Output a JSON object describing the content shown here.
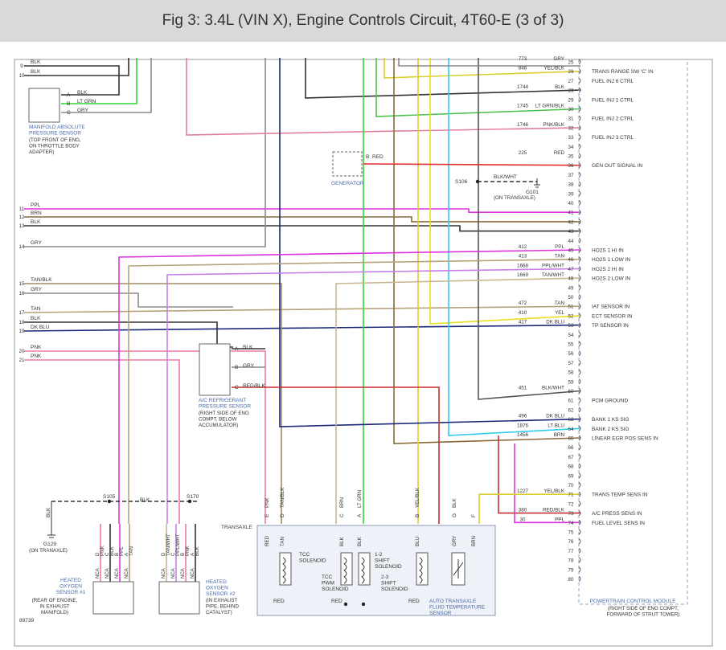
{
  "title": "Fig 3: 3.4L (VIN X), Engine Controls Circuit, 4T60-E (3 of 3)",
  "figure_id": "89739",
  "colors": {
    "BLK": "#333333",
    "LT GRN": "#2fd82f",
    "GRY": "#8a8a8a",
    "PNK": "#ee7aa8",
    "RED": "#e03030",
    "PPL": "#dd33dd",
    "BRN": "#8a6a3a",
    "TAN": "#b6a37a",
    "DK BLU": "#1b2a7a",
    "YEL": "#e8e020",
    "LT BLU": "#33ccee",
    "YEL/BLK": "#d9cf30",
    "PNK/BLK": "#e08098",
    "LT GRN/BLK": "#4cc24c",
    "TAN/BLK": "#9e8c62",
    "PPL/WHT": "#c980e8",
    "TAN/WHT": "#c8b890",
    "RED/BLK": "#c83030",
    "BLK/WHT": "#555555"
  },
  "pcm": {
    "pin_numbers": [
      "25",
      "26",
      "27",
      "28",
      "29",
      "30",
      "31",
      "32",
      "33",
      "34",
      "35",
      "36",
      "37",
      "38",
      "39",
      "40",
      "41",
      "42",
      "43",
      "44",
      "45",
      "46",
      "47",
      "48",
      "49",
      "50",
      "51",
      "52",
      "53",
      "54",
      "55",
      "56",
      "57",
      "58",
      "59",
      "60",
      "61",
      "62",
      "63",
      "64",
      "65",
      "66",
      "67",
      "68",
      "69",
      "70",
      "71",
      "72",
      "73",
      "74",
      "75",
      "76",
      "77",
      "78",
      "79",
      "80"
    ],
    "pin_functions": [
      {
        "pin": "26",
        "text": "TRANS RANGE SW 'C' IN"
      },
      {
        "pin": "27",
        "text": "FUEL INJ 6 CTRL"
      },
      {
        "pin": "29",
        "text": "FUEL INJ 1 CTRL"
      },
      {
        "pin": "31",
        "text": "FUEL INJ 2 CTRL"
      },
      {
        "pin": "33",
        "text": "FUEL INJ 3 CTRL"
      },
      {
        "pin": "36",
        "text": "GEN OUT SIGNAL IN"
      },
      {
        "pin": "45",
        "text": "HO2S 1 HI IN"
      },
      {
        "pin": "46",
        "text": "HO2S 1 LOW IN"
      },
      {
        "pin": "47",
        "text": "HO2S 2 HI IN"
      },
      {
        "pin": "48",
        "text": "HO2S 2 LOW IN"
      },
      {
        "pin": "51",
        "text": "IAT SENSOR IN"
      },
      {
        "pin": "52",
        "text": "ECT SENSOR IN"
      },
      {
        "pin": "53",
        "text": "TP SENSOR IN"
      },
      {
        "pin": "61",
        "text": "PCM GROUND"
      },
      {
        "pin": "63",
        "text": "BANK 1 KS SIG"
      },
      {
        "pin": "64",
        "text": "BANK 2 KS SIG"
      },
      {
        "pin": "65",
        "text": "LINEAR EGR POS SENS IN"
      },
      {
        "pin": "71",
        "text": "TRANS TEMP SENS IN"
      },
      {
        "pin": "73",
        "text": "A/C PRESS SENS IN"
      },
      {
        "pin": "74",
        "text": "FUEL LEVEL SENS IN"
      }
    ],
    "name": "POWERTRAIN CONTROL MODULE",
    "location": [
      "(RIGHT SIDE OF ENG COMPT,",
      "FORWARD OF STRUT TOWER)"
    ]
  },
  "pcm_wires": [
    {
      "pin": "25",
      "circuit": "773",
      "color": "GRY"
    },
    {
      "pin": "26",
      "circuit": "846",
      "color": "YEL/BLK"
    },
    {
      "pin": "28",
      "circuit": "1744",
      "color": "BLK"
    },
    {
      "pin": "30",
      "circuit": "1745",
      "color": "LT GRN/BLK"
    },
    {
      "pin": "32",
      "circuit": "1746",
      "color": "PNK/BLK"
    },
    {
      "pin": "35",
      "circuit": "225",
      "color": "RED"
    },
    {
      "pin": "45",
      "circuit": "412",
      "color": "PPL"
    },
    {
      "pin": "46",
      "circuit": "413",
      "color": "TAN"
    },
    {
      "pin": "47",
      "circuit": "1668",
      "color": "PPL/WHT"
    },
    {
      "pin": "48",
      "circuit": "1669",
      "color": "TAN/WHT"
    },
    {
      "pin": "51",
      "circuit": "472",
      "color": "TAN"
    },
    {
      "pin": "52",
      "circuit": "410",
      "color": "YEL"
    },
    {
      "pin": "53",
      "circuit": "417",
      "color": "DK BLU"
    },
    {
      "pin": "60",
      "circuit": "451",
      "color": "BLK/WHT"
    },
    {
      "pin": "63",
      "circuit": "496",
      "color": "DK BLU"
    },
    {
      "pin": "64",
      "circuit": "1876",
      "color": "LT BLU"
    },
    {
      "pin": "65",
      "circuit": "1456",
      "color": "BRN"
    },
    {
      "pin": "71",
      "circuit": "1227",
      "color": "YEL/BLK"
    },
    {
      "pin": "73",
      "circuit": "380",
      "color": "RED/BLK"
    },
    {
      "pin": "74",
      "circuit": "30",
      "color": "PPL"
    }
  ],
  "left_connector": [
    {
      "pin": "9",
      "color": "BLK"
    },
    {
      "pin": "10",
      "color": "BLK"
    },
    {
      "pin": "11",
      "color": "PPL"
    },
    {
      "pin": "12",
      "color": "BRN"
    },
    {
      "pin": "13",
      "color": "BLK"
    },
    {
      "pin": "14",
      "color": "GRY"
    },
    {
      "pin": "15",
      "color": "TAN/BLK"
    },
    {
      "pin": "16",
      "color": "GRY"
    },
    {
      "pin": "17",
      "color": "TAN"
    },
    {
      "pin": "18",
      "color": "BLK"
    },
    {
      "pin": "19",
      "color": "DK BLU"
    },
    {
      "pin": "20",
      "color": "PNK"
    },
    {
      "pin": "21",
      "color": "PNK"
    }
  ],
  "map_sensor": {
    "name": [
      "MANIFOLD ABSOLUTE",
      "PRESSURE SENSOR"
    ],
    "location": [
      "(TOP FRONT OF ENG,",
      "ON THROTTLE BODY",
      "ADAPTER)"
    ],
    "pins": [
      {
        "pin": "A",
        "color": "BLK"
      },
      {
        "pin": "B",
        "color": "LT GRN"
      },
      {
        "pin": "C",
        "color": "GRY"
      }
    ]
  },
  "generator": {
    "name": "GENERATOR",
    "pin": "B",
    "color": "RED"
  },
  "ground_g101": {
    "splice": "S106",
    "color": "BLK/WHT",
    "name": "G101",
    "location": "(ON TRANSAXLE)"
  },
  "ac_sensor": {
    "name": [
      "A/C REFRIGERANT",
      "PRESSURE SENSOR"
    ],
    "location": [
      "(RIGHT SIDE OF ENG",
      "COMPT, BELOW",
      "ACCUMULATOR)"
    ],
    "pins": [
      {
        "pin": "A",
        "color": "BLK"
      },
      {
        "pin": "B",
        "color": "GRY"
      },
      {
        "pin": "C",
        "color": "RED/BLK"
      }
    ]
  },
  "splices": {
    "s105": "S105",
    "s170": "S170",
    "blk": "BLK",
    "g129": "G129",
    "g129_loc": "(ON TRANAXLE)"
  },
  "ho2s1": {
    "name": [
      "HEATED",
      "OXYGEN",
      "SENSOR #1"
    ],
    "location": [
      "(REAR OF ENGINE,",
      "IN EXHAUST",
      "MANIFOLD)"
    ],
    "pins": [
      "D",
      "C",
      "B",
      "A"
    ],
    "wires": [
      "PNK",
      "BLK",
      "PPL",
      "TAN"
    ]
  },
  "ho2s2": {
    "name": [
      "HEATED",
      "OXYGEN",
      "SENSOR #2"
    ],
    "location": [
      "(IN EXHAUST",
      "PIPE, BEHIND",
      "CATALYST)"
    ],
    "pins": [
      "D",
      "C",
      "B",
      "A"
    ],
    "wires": [
      "TAN/WHT",
      "PPL/WHT",
      "PNK",
      "BLK"
    ]
  },
  "nca": "NCA",
  "transaxle": {
    "label": "TRANSAXLE",
    "top_wires": [
      {
        "pin": "E",
        "color": "PNK"
      },
      {
        "pin": "D",
        "color": "TAN/BLK"
      },
      {
        "pin": "C",
        "color": "BRN"
      },
      {
        "pin": "A",
        "color": "LT GRN"
      },
      {
        "pin": "B",
        "color": "YEL/BLK"
      },
      {
        "pin": "G",
        "color": "BLK"
      },
      {
        "pin": "F",
        "color": ""
      }
    ],
    "inner_wires": [
      "RED",
      "TAN",
      "BLK",
      "BLK",
      "BLU",
      "GRY",
      "BRN"
    ],
    "red_label": "RED",
    "tcc": [
      "TCC",
      "SOLENOID"
    ],
    "tcc_pwm": [
      "TCC",
      "PWM",
      "SOLENOID"
    ],
    "shift12": [
      "1-2",
      "SHIFT",
      "SOLENOID"
    ],
    "shift23": [
      "2-3",
      "SHIFT",
      "SOLENOID"
    ],
    "atf_sensor": [
      "AUTO TRANSAXLE",
      "FLUID TEMPERATURE",
      "SENSOR"
    ]
  }
}
